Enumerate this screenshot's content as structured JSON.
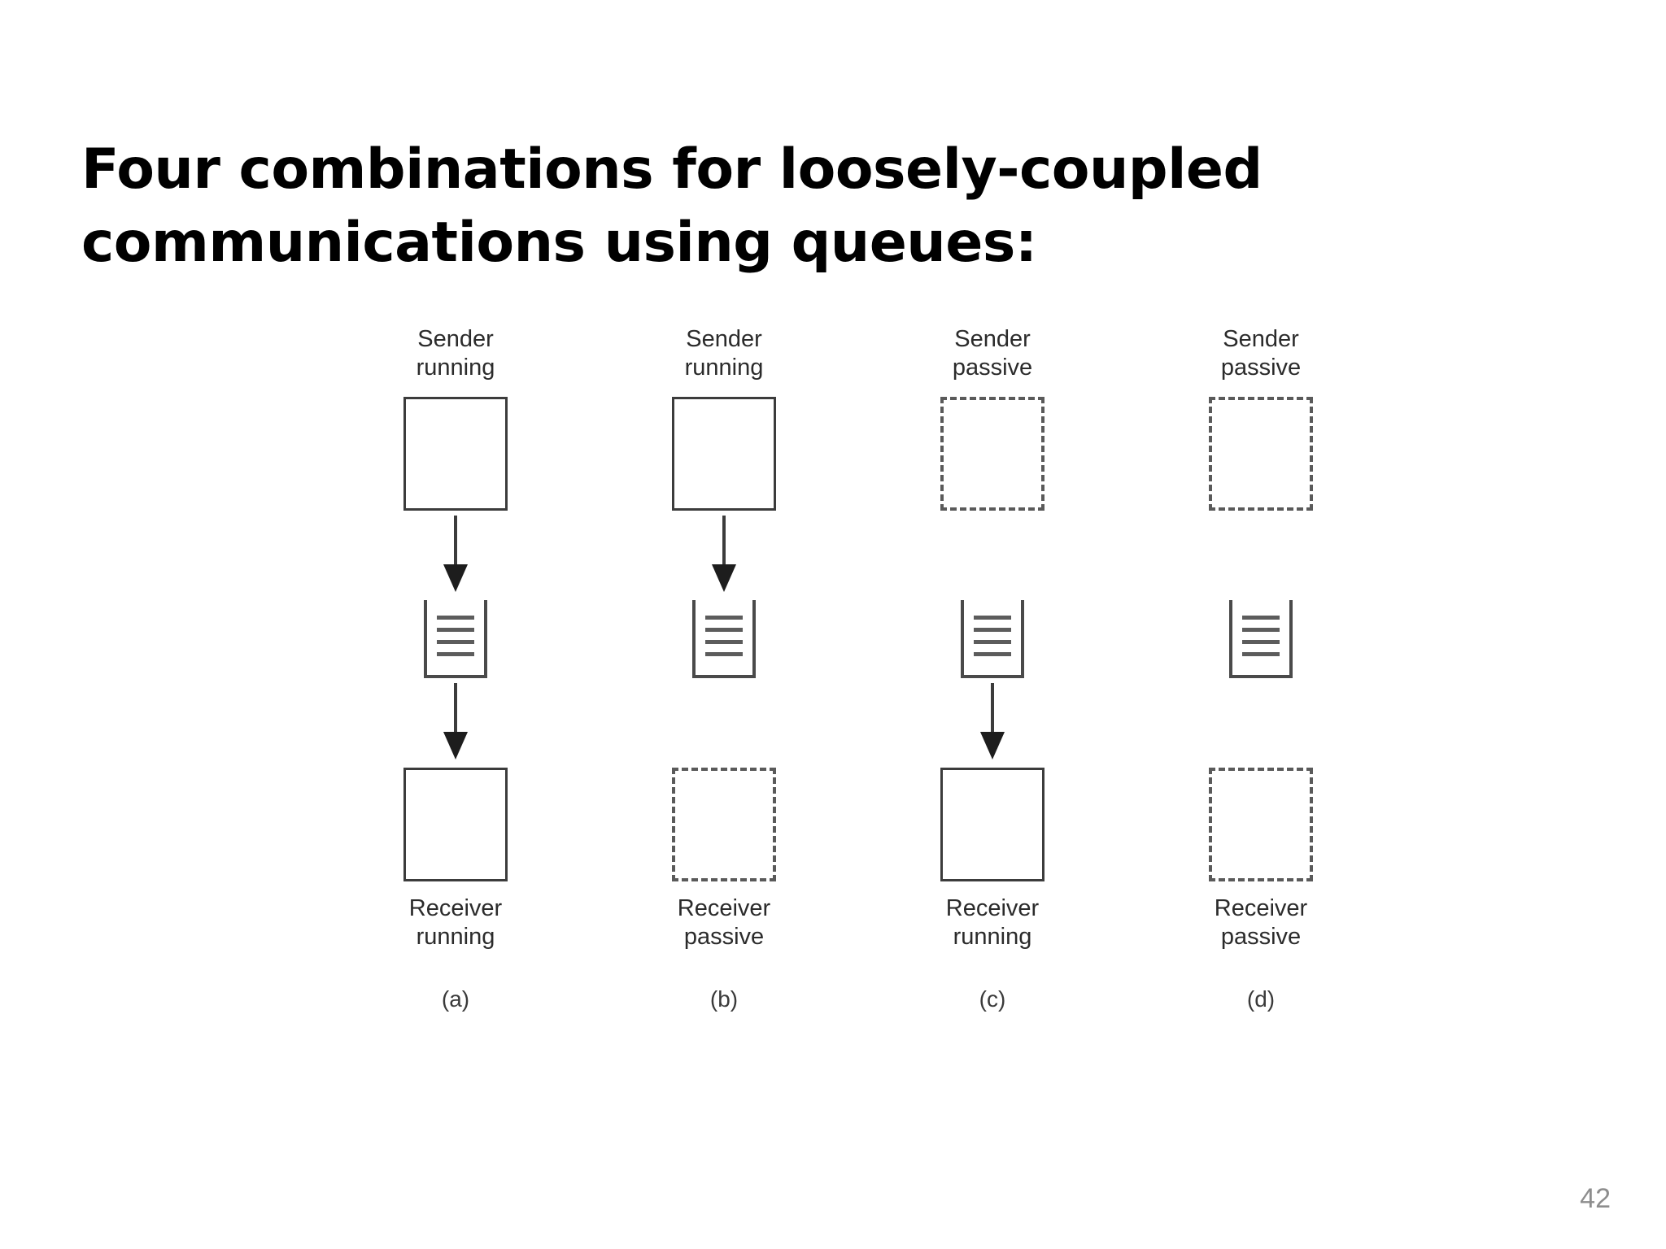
{
  "slide": {
    "title": "Four combinations for loosely-coupled communications using queues:",
    "page_number": "42"
  },
  "figure": {
    "queue_icon_name": "queue-icon",
    "arrow_icon_name": "down-arrow-icon",
    "columns": [
      {
        "id": "a",
        "caption": "(a)",
        "sender_label": "Sender\nrunning",
        "sender_state": "running",
        "sender_border": "solid",
        "sender_to_queue_arrow": true,
        "queue_to_receiver_arrow": true,
        "receiver_label": "Receiver\nrunning",
        "receiver_state": "running",
        "receiver_border": "solid"
      },
      {
        "id": "b",
        "caption": "(b)",
        "sender_label": "Sender\nrunning",
        "sender_state": "running",
        "sender_border": "solid",
        "sender_to_queue_arrow": true,
        "queue_to_receiver_arrow": false,
        "receiver_label": "Receiver\npassive",
        "receiver_state": "passive",
        "receiver_border": "dashed"
      },
      {
        "id": "c",
        "caption": "(c)",
        "sender_label": "Sender\npassive",
        "sender_state": "passive",
        "sender_border": "dashed",
        "sender_to_queue_arrow": false,
        "queue_to_receiver_arrow": true,
        "receiver_label": "Receiver\nrunning",
        "receiver_state": "running",
        "receiver_border": "solid"
      },
      {
        "id": "d",
        "caption": "(d)",
        "sender_label": "Sender\npassive",
        "sender_state": "passive",
        "sender_border": "dashed",
        "sender_to_queue_arrow": false,
        "queue_to_receiver_arrow": false,
        "receiver_label": "Receiver\npassive",
        "receiver_state": "passive",
        "receiver_border": "dashed"
      }
    ],
    "queue_message_count": 4
  },
  "colors": {
    "title_text": "#000000",
    "diagram_stroke": "#3c3c3c",
    "dashed_stroke": "#5a5a5a",
    "label_text": "#2b2b2b",
    "page_number": "#8d8d8d",
    "background": "#ffffff"
  }
}
